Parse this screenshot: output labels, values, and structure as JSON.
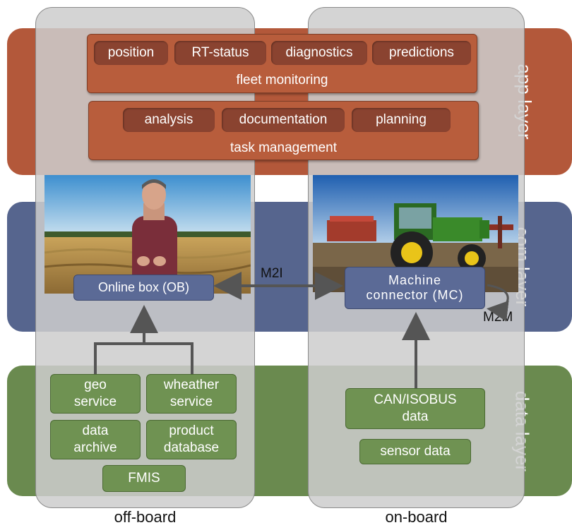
{
  "layers": {
    "app": "app layer",
    "com": "com layer",
    "data": "data layer"
  },
  "columns": {
    "off_board": "off-board",
    "on_board": "on-board"
  },
  "fleet_monitoring": {
    "title": "fleet monitoring",
    "items": [
      "position",
      "RT-status",
      "diagnostics",
      "predictions"
    ]
  },
  "task_management": {
    "title": "task management",
    "items": [
      "analysis",
      "documentation",
      "planning"
    ]
  },
  "com": {
    "online_box": "Online box (OB)",
    "machine_connector_line1": "Machine",
    "machine_connector_line2": "connector (MC)",
    "m2i": "M2I",
    "m2m": "M2M"
  },
  "data": {
    "off_board": [
      {
        "line1": "geo",
        "line2": "service"
      },
      {
        "line1": "wheather",
        "line2": "service"
      },
      {
        "line1": "data",
        "line2": "archive"
      },
      {
        "line1": "product",
        "line2": "database"
      },
      {
        "line1": "FMIS",
        "line2": ""
      }
    ],
    "on_board": [
      {
        "line1": "CAN/ISOBUS",
        "line2": "data"
      },
      {
        "line1": "sensor data",
        "line2": ""
      }
    ]
  },
  "colors": {
    "app_layer": "#b3583a",
    "com_layer": "#56658e",
    "data_layer": "#6a8a4f",
    "column": "#cdcdcd"
  }
}
